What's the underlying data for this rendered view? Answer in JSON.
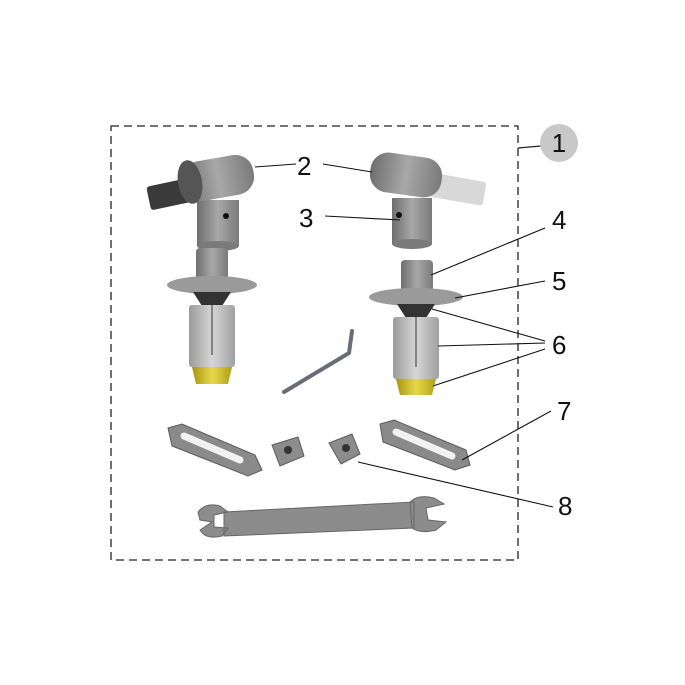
{
  "diagram": {
    "type": "exploded-parts-diagram",
    "kit_label": "1",
    "callouts": [
      {
        "id": "2",
        "label": "2"
      },
      {
        "id": "3",
        "label": "3"
      },
      {
        "id": "4",
        "label": "4"
      },
      {
        "id": "5",
        "label": "5"
      },
      {
        "id": "6",
        "label": "6"
      },
      {
        "id": "7",
        "label": "7"
      },
      {
        "id": "8",
        "label": "8"
      }
    ],
    "colors": {
      "part_grey": "#8c8c8c",
      "dark_grey": "#3a3a3a",
      "brass": "#c8b41e",
      "badge": "#c8c8c8",
      "frame": "#222222"
    }
  }
}
